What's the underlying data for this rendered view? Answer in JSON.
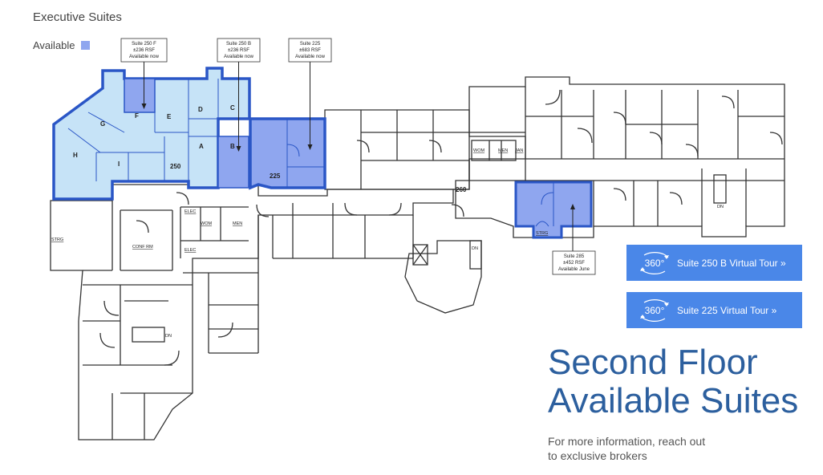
{
  "header": {
    "title": "Executive Suites"
  },
  "legend": {
    "label": "Available",
    "swatch_color": "#8fa6ef"
  },
  "colors": {
    "tenant_fill": "#c6e3f7",
    "available_fill": "#8fa6ef",
    "outline": "#2a56c6",
    "button": "#4a87e8",
    "headline": "#2c5f9e"
  },
  "callouts": {
    "suite_250f": {
      "line1": "Suite 250 F",
      "line2": "±236 RSF",
      "line3": "Available now"
    },
    "suite_250b": {
      "line1": "Suite 250 B",
      "line2": "±236 RSF",
      "line3": "Available now"
    },
    "suite_225": {
      "line1": "Suite 225",
      "line2": "±683 RSF",
      "line3": "Available now"
    },
    "suite_285": {
      "line1": "Suite 285",
      "line2": "±452 RSF",
      "line3": "Available June"
    }
  },
  "room_labels": {
    "f": "F",
    "g": "G",
    "h": "H",
    "i": "I",
    "e": "E",
    "d": "D",
    "c": "C",
    "a": "A",
    "b": "B",
    "s250": "250",
    "s225": "225",
    "s260": "260",
    "conf_rm": "CONF RM",
    "strg_left": "STRG",
    "strg_285": "STRG",
    "elec_top": "ELEC",
    "elec_bottom": "ELEC",
    "wom_center": "WOM",
    "men_center": "MEN",
    "wom_right": "WOM",
    "men_right": "MEN",
    "jan": "JAN",
    "dn_center": "DN",
    "dn_right": "DN",
    "dn_left": "DN"
  },
  "tours": [
    {
      "badge": "360°",
      "label": "Suite 250 B Virtual Tour »"
    },
    {
      "badge": "360°",
      "label": "Suite 225 Virtual Tour »"
    }
  ],
  "headline": {
    "line1": "Second Floor",
    "line2": "Available Suites"
  },
  "subline": {
    "line1": "For more information, reach out",
    "line2": "to exclusive brokers"
  }
}
